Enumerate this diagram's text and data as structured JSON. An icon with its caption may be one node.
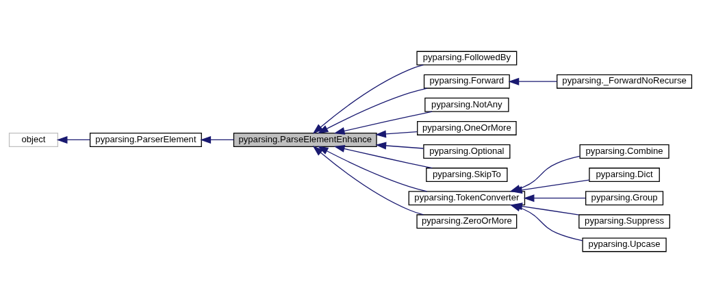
{
  "diagram": {
    "nodes": [
      {
        "text": [
          "object"
        ]
      },
      {
        "text": [
          "pyparsing.ParserElement"
        ]
      },
      {
        "text": [
          "pyparsing.ParseElementEnhance"
        ]
      },
      {
        "text": [
          "pyparsing.FollowedBy"
        ]
      },
      {
        "text": [
          "pyparsing.Forward"
        ]
      },
      {
        "text": [
          "pyparsing._ForwardNoRecurse"
        ]
      },
      {
        "text": [
          "pyparsing.NotAny"
        ]
      },
      {
        "text": [
          "pyparsing.OneOrMore"
        ]
      },
      {
        "text": [
          "pyparsing.Optional"
        ]
      },
      {
        "text": [
          "pyparsing.SkipTo"
        ]
      },
      {
        "text": [
          "pyparsing.TokenConverter"
        ]
      },
      {
        "text": [
          "pyparsing.ZeroOrMore"
        ]
      },
      {
        "text": [
          "pyparsing.Combine"
        ]
      },
      {
        "text": [
          "pyparsing.Dict"
        ]
      },
      {
        "text": [
          "pyparsing.Group"
        ]
      },
      {
        "text": [
          "pyparsing.Suppress"
        ]
      },
      {
        "text": [
          "pyparsing.Upcase"
        ]
      }
    ],
    "edges": [
      {
        "from": 1,
        "to": 0,
        "arrow": "to"
      },
      {
        "from": 2,
        "to": 1,
        "arrow": "to"
      },
      {
        "from": 3,
        "to": 2,
        "arrow": "to"
      },
      {
        "from": 4,
        "to": 2,
        "arrow": "to"
      },
      {
        "from": 5,
        "to": 4,
        "arrow": "to"
      },
      {
        "from": 6,
        "to": 2,
        "arrow": "to"
      },
      {
        "from": 7,
        "to": 2,
        "arrow": "to"
      },
      {
        "from": 8,
        "to": 2,
        "arrow": "to"
      },
      {
        "from": 9,
        "to": 2,
        "arrow": "to"
      },
      {
        "from": 10,
        "to": 2,
        "arrow": "to"
      },
      {
        "from": 11,
        "to": 2,
        "arrow": "to"
      },
      {
        "from": 12,
        "to": 10,
        "arrow": "to"
      },
      {
        "from": 13,
        "to": 10,
        "arrow": "to"
      },
      {
        "from": 14,
        "to": 10,
        "arrow": "to"
      },
      {
        "from": 15,
        "to": 10,
        "arrow": "to"
      },
      {
        "from": 16,
        "to": 10,
        "arrow": "to"
      }
    ]
  }
}
